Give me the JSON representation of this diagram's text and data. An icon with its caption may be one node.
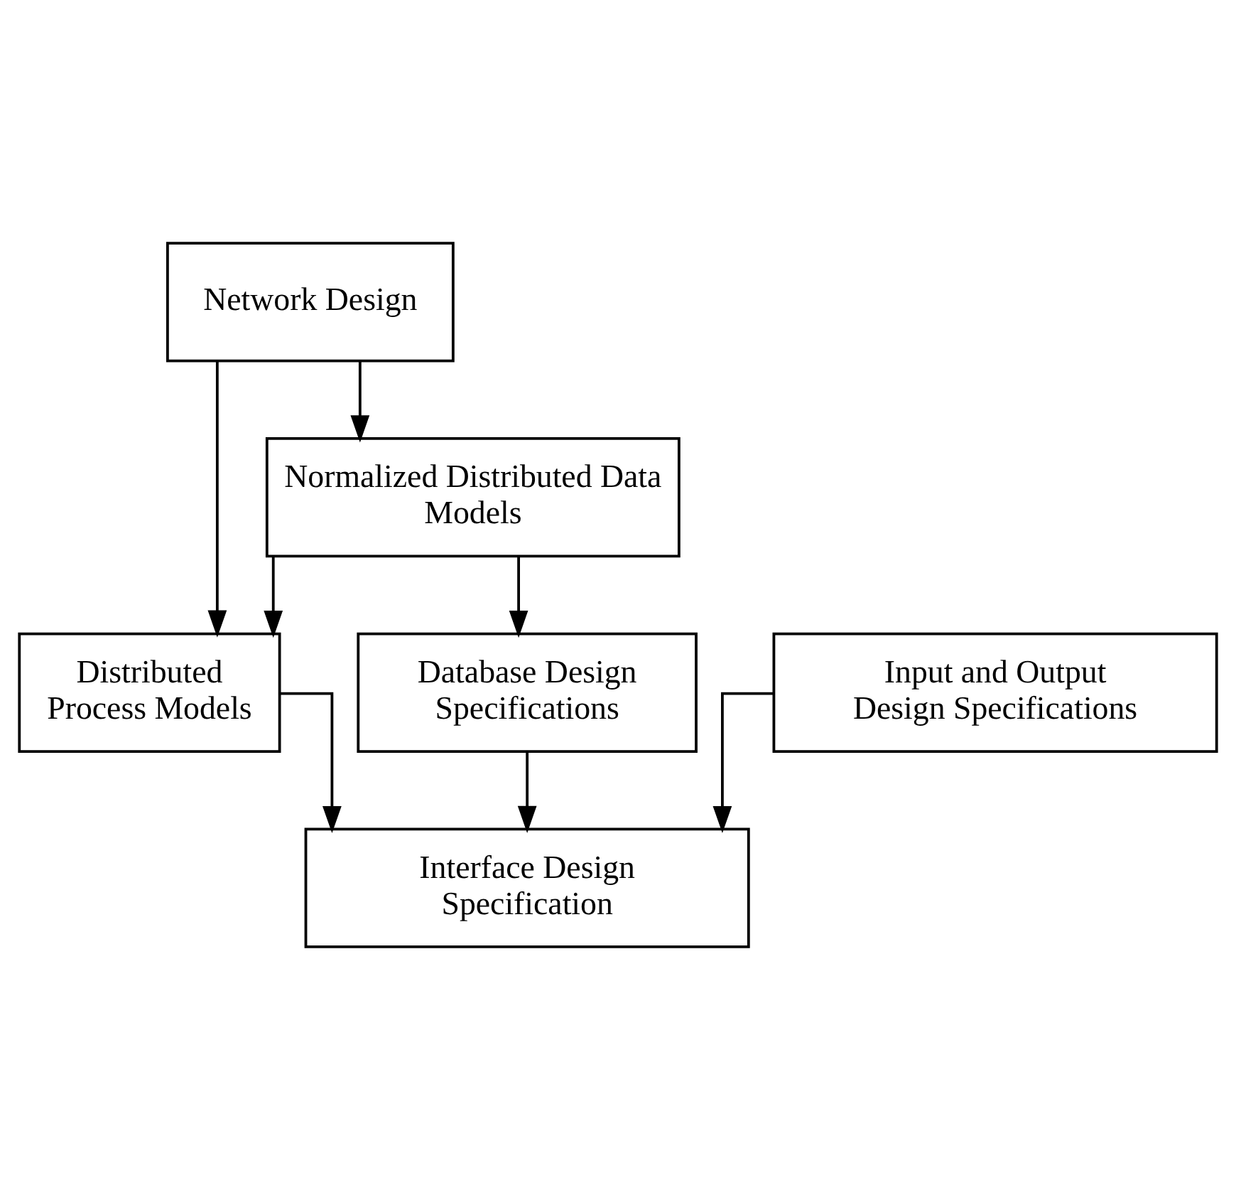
{
  "diagram": {
    "nodes": [
      {
        "text": [
          "Network Design"
        ]
      },
      {
        "text": [
          "Normalized Distributed Data Models"
        ]
      },
      {
        "text": [
          "Distributed Process Models"
        ]
      },
      {
        "text": [
          "Database Design Specifications"
        ]
      },
      {
        "text": [
          "Input and Output Design Specifications"
        ]
      },
      {
        "text": [
          "Interface Design Specification"
        ]
      }
    ],
    "edges": [
      {
        "from": 0,
        "to": 1,
        "arrow": "to"
      },
      {
        "from": 0,
        "to": 2,
        "arrow": "to"
      },
      {
        "from": 1,
        "to": 2,
        "arrow": "to"
      },
      {
        "from": 1,
        "to": 3,
        "arrow": "to"
      },
      {
        "from": 3,
        "to": 5,
        "arrow": "to"
      },
      {
        "from": 2,
        "to": 5,
        "arrow": "to"
      },
      {
        "from": 4,
        "to": 5,
        "arrow": "to"
      }
    ]
  }
}
